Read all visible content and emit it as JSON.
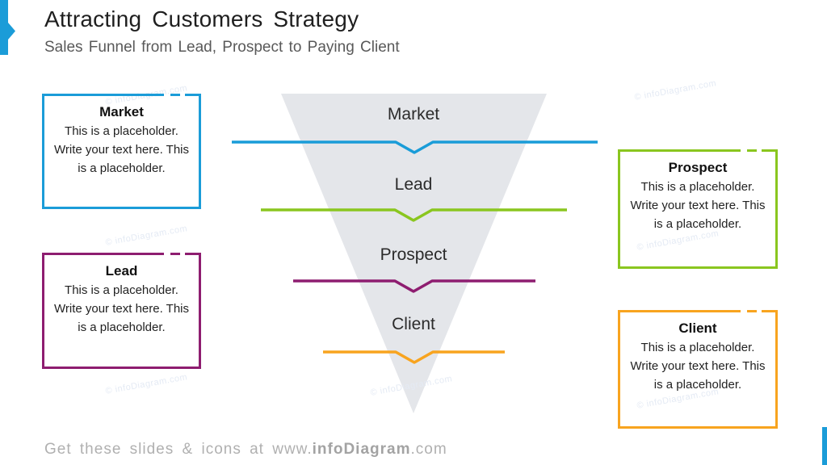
{
  "header": {
    "title": "Attracting Customers Strategy",
    "subtitle": "Sales Funnel from Lead, Prospect to Paying Client"
  },
  "colors": {
    "accent": "#1B9CD8",
    "funnel_fill": "#E4E6EA"
  },
  "watermark": "© infoDiagram.com",
  "funnel": {
    "stages": [
      {
        "label": "Market",
        "line_color": "#199CD8"
      },
      {
        "label": "Lead",
        "line_color": "#8AC61F"
      },
      {
        "label": "Prospect",
        "line_color": "#8E1D70"
      },
      {
        "label": "Client",
        "line_color": "#F8A41F"
      }
    ]
  },
  "boxes": {
    "market": {
      "title": "Market",
      "border_color": "#1B9CD8",
      "body": "This is a placeholder.  Write your text here. This is a placeholder."
    },
    "lead": {
      "title": "Lead",
      "border_color": "#8E1D70",
      "body": "This is a placeholder.  Write your text here. This is a placeholder."
    },
    "prospect": {
      "title": "Prospect",
      "border_color": "#8AC61F",
      "body": "This is a placeholder.  Write your text here. This is a placeholder."
    },
    "client": {
      "title": "Client",
      "border_color": "#F8A41F",
      "body": "This is a placeholder.  Write your text here. This is a placeholder."
    }
  },
  "footer": {
    "prefix": "Get these slides & icons at www.",
    "brand": "infoDiagram",
    "suffix": ".com"
  }
}
